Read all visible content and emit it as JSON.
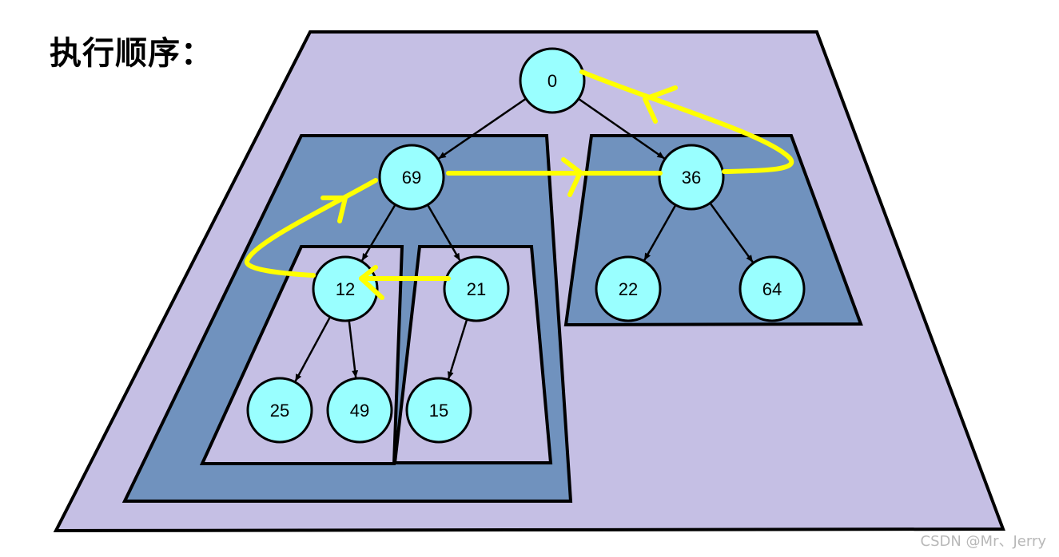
{
  "title": "执行顺序：",
  "watermark": "CSDN @Mr、Jerry",
  "colors": {
    "outer_region": "#c5bfe4",
    "middle_region": "#7092be",
    "inner_region": "#c5bfe4",
    "node_fill": "#99ffff",
    "path": "#ffff00",
    "outline": "#000000"
  },
  "nodes": [
    {
      "id": "n0",
      "label": "0"
    },
    {
      "id": "n69",
      "label": "69"
    },
    {
      "id": "n36",
      "label": "36"
    },
    {
      "id": "n12",
      "label": "12"
    },
    {
      "id": "n21",
      "label": "21"
    },
    {
      "id": "n22",
      "label": "22"
    },
    {
      "id": "n64",
      "label": "64"
    },
    {
      "id": "n25",
      "label": "25"
    },
    {
      "id": "n49",
      "label": "49"
    },
    {
      "id": "n15",
      "label": "15"
    }
  ],
  "edges": [
    [
      "n0",
      "n69"
    ],
    [
      "n0",
      "n36"
    ],
    [
      "n69",
      "n12"
    ],
    [
      "n69",
      "n21"
    ],
    [
      "n36",
      "n22"
    ],
    [
      "n36",
      "n64"
    ],
    [
      "n12",
      "n25"
    ],
    [
      "n12",
      "n49"
    ],
    [
      "n21",
      "n15"
    ]
  ],
  "execution_path": [
    "n21",
    "n12",
    "n69",
    "n36",
    "n0"
  ]
}
